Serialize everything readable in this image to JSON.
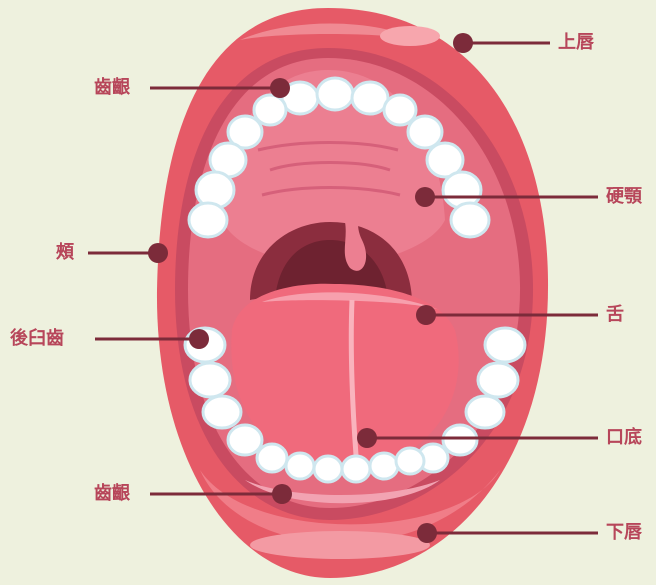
{
  "diagram": {
    "labels": {
      "upper_lip": "上唇",
      "gums_upper": "齒齦",
      "hard_palate": "硬顎",
      "cheek": "頰",
      "tongue": "舌",
      "molar": "後臼齒",
      "mouth_floor": "口底",
      "gums_lower": "齒齦",
      "lower_lip": "下唇"
    },
    "colors": {
      "background": "#eef1de",
      "lip": "#e65a67",
      "lip_dark": "#cf4556",
      "mouth_inner": "#c94b61",
      "palate": "#ec7f91",
      "tongue": "#f06a7c",
      "teeth": "#ffffff",
      "teeth_shadow": "#cfe7ef",
      "throat": "#8b2d3e",
      "pointer": "#7c2b3a",
      "label_text": "#b7465a"
    }
  }
}
